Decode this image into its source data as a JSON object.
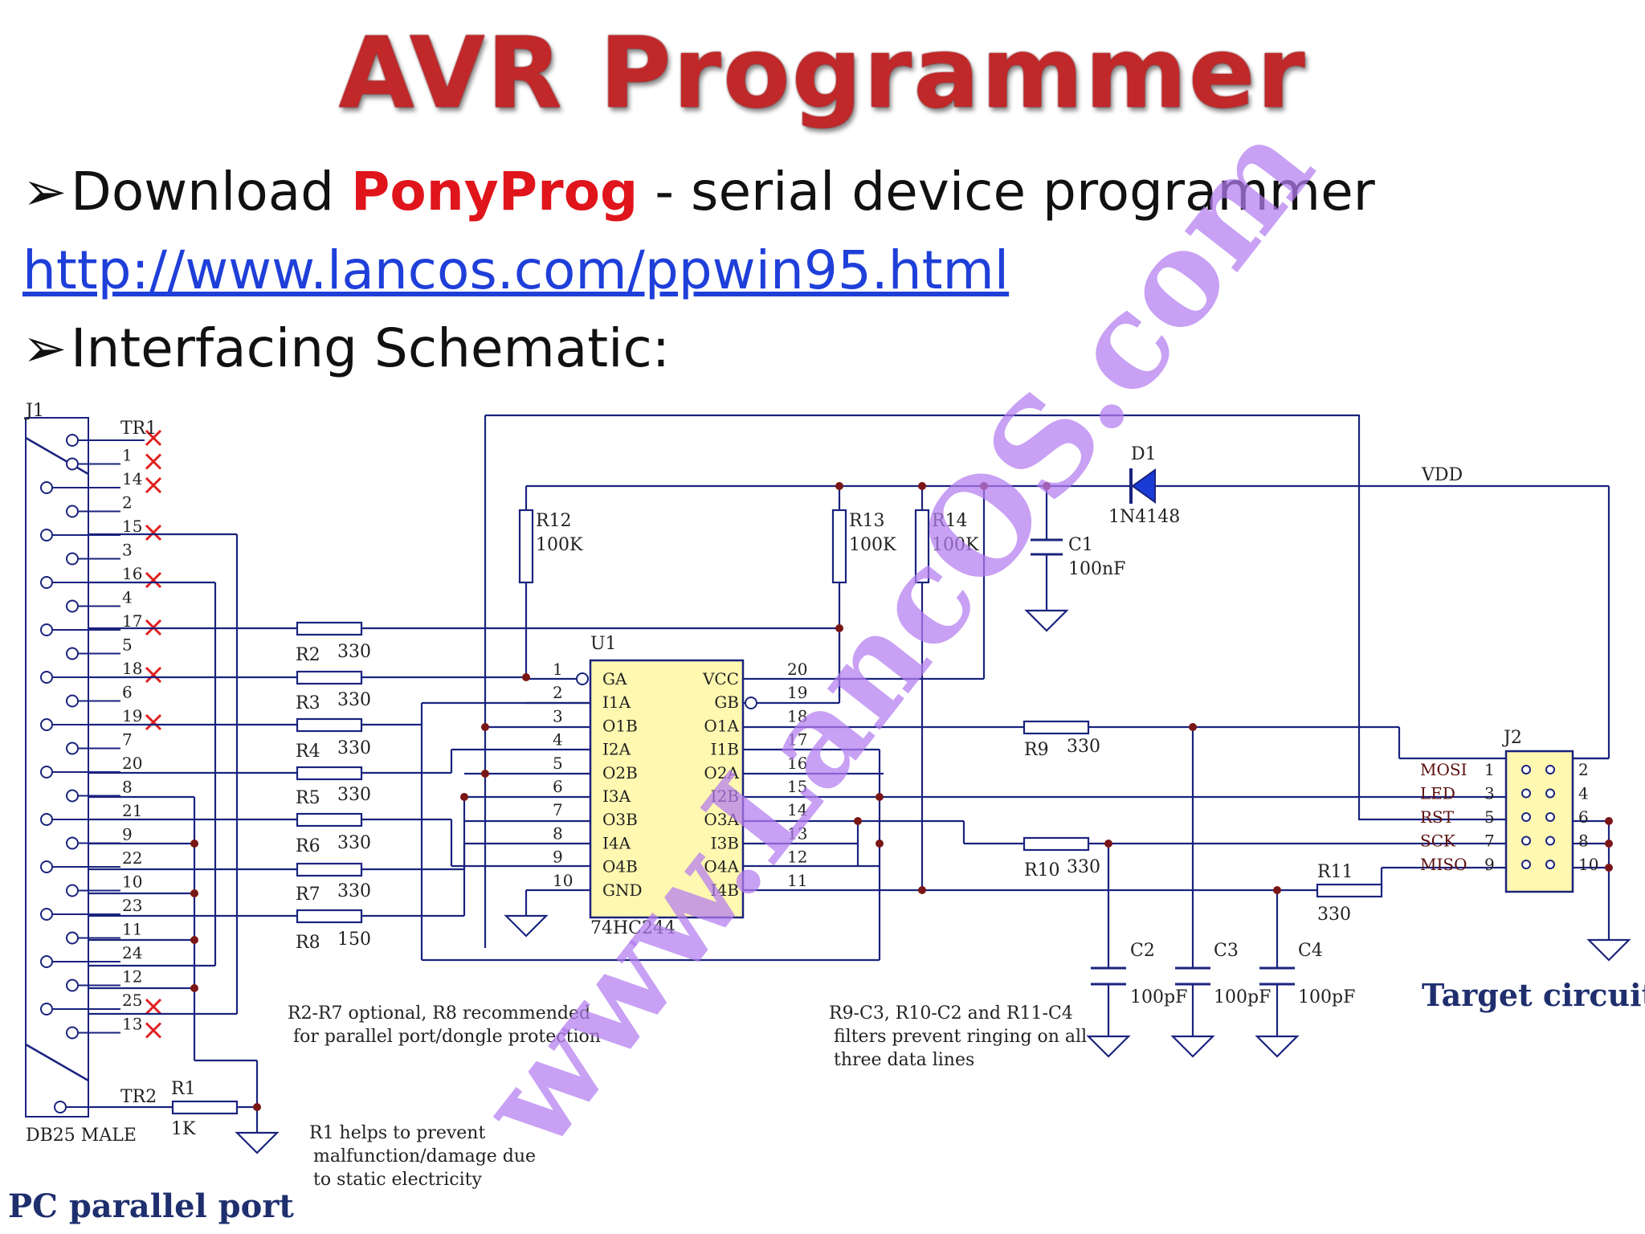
{
  "title": "AVR Programmer",
  "bullets": {
    "marker": "➢",
    "line1_prefix": "Download ",
    "line1_highlight": "PonyProg",
    "line1_suffix": " - serial device programmer",
    "url": "http://www.lancos.com/ppwin95.html",
    "line3": "Interfacing Schematic:"
  },
  "schematic": {
    "connector_left": {
      "ref": "J1",
      "type": "DB25 MALE",
      "caption": "PC parallel port",
      "tr1": "TR1",
      "tr2": "TR2",
      "pins": [
        "1",
        "14",
        "2",
        "15",
        "3",
        "16",
        "4",
        "17",
        "5",
        "18",
        "6",
        "19",
        "7",
        "20",
        "8",
        "21",
        "9",
        "22",
        "10",
        "23",
        "11",
        "24",
        "12",
        "25",
        "13"
      ]
    },
    "resistors": {
      "R1": {
        "ref": "R1",
        "value": "1K"
      },
      "R2": {
        "ref": "R2",
        "value": "330"
      },
      "R3": {
        "ref": "R3",
        "value": "330"
      },
      "R4": {
        "ref": "R4",
        "value": "330"
      },
      "R5": {
        "ref": "R5",
        "value": "330"
      },
      "R6": {
        "ref": "R6",
        "value": "330"
      },
      "R7": {
        "ref": "R7",
        "value": "330"
      },
      "R8": {
        "ref": "R8",
        "value": "150"
      },
      "R9": {
        "ref": "R9",
        "value": "330"
      },
      "R10": {
        "ref": "R10",
        "value": "330"
      },
      "R11": {
        "ref": "R11",
        "value": "330"
      },
      "R12": {
        "ref": "R12",
        "value": "100K"
      },
      "R13": {
        "ref": "R13",
        "value": "100K"
      },
      "R14": {
        "ref": "R14",
        "value": "100K"
      }
    },
    "ic": {
      "ref": "U1",
      "part": "74HC244",
      "left_pins": [
        {
          "num": "1",
          "name": "GA"
        },
        {
          "num": "2",
          "name": "I1A"
        },
        {
          "num": "3",
          "name": "O1B"
        },
        {
          "num": "4",
          "name": "I2A"
        },
        {
          "num": "5",
          "name": "O2B"
        },
        {
          "num": "6",
          "name": "I3A"
        },
        {
          "num": "7",
          "name": "O3B"
        },
        {
          "num": "8",
          "name": "I4A"
        },
        {
          "num": "9",
          "name": "O4B"
        },
        {
          "num": "10",
          "name": "GND"
        }
      ],
      "right_pins": [
        {
          "num": "20",
          "name": "VCC"
        },
        {
          "num": "19",
          "name": "GB"
        },
        {
          "num": "18",
          "name": "O1A"
        },
        {
          "num": "17",
          "name": "I1B"
        },
        {
          "num": "16",
          "name": "O2A"
        },
        {
          "num": "15",
          "name": "I2B"
        },
        {
          "num": "14",
          "name": "O3A"
        },
        {
          "num": "13",
          "name": "I3B"
        },
        {
          "num": "12",
          "name": "O4A"
        },
        {
          "num": "11",
          "name": "I4B"
        }
      ]
    },
    "diode": {
      "ref": "D1",
      "part": "1N4148"
    },
    "vdd": "VDD",
    "capacitors": {
      "C1": {
        "ref": "C1",
        "value": "100nF"
      },
      "C2": {
        "ref": "C2",
        "value": "100pF"
      },
      "C3": {
        "ref": "C3",
        "value": "100pF"
      },
      "C4": {
        "ref": "C4",
        "value": "100pF"
      }
    },
    "connector_right": {
      "ref": "J2",
      "caption": "Target circuit",
      "rows": [
        {
          "signal": "MOSI",
          "left": "1",
          "right": "2"
        },
        {
          "signal": "LED",
          "left": "3",
          "right": "4"
        },
        {
          "signal": "RST",
          "left": "5",
          "right": "6"
        },
        {
          "signal": "SCK",
          "left": "7",
          "right": "8"
        },
        {
          "signal": "MISO",
          "left": "9",
          "right": "10"
        }
      ]
    },
    "notes": {
      "note1_line1": "R2-R7 optional, R8 recommended",
      "note1_line2": "for parallel port/dongle protection",
      "note2_line1": "R9-C3, R10-C2 and R11-C4",
      "note2_line2": "filters prevent ringing on all",
      "note2_line3": "three data lines",
      "note3_line1": "R1 helps to prevent",
      "note3_line2": "malfunction/damage due",
      "note3_line3": "to static electricity"
    },
    "watermark": "www.LancOS.com"
  }
}
